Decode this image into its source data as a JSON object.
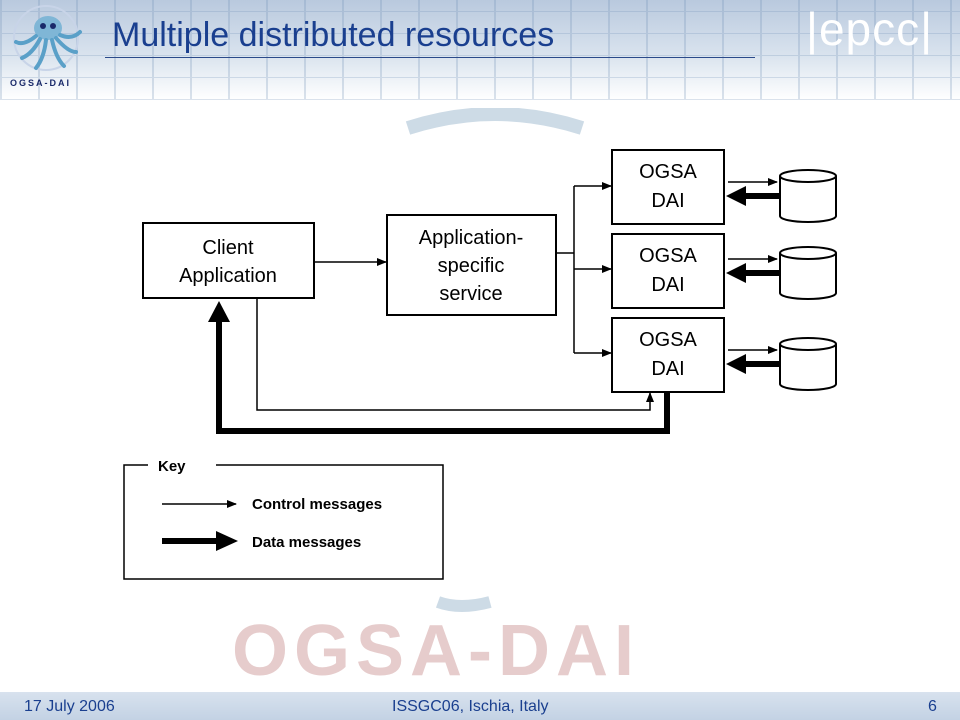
{
  "slide": {
    "title": "Multiple distributed resources",
    "logo_text": "OGSA-DAI",
    "brand_text": "|epcc|",
    "watermark_text": "OGSA-DAI",
    "footer": {
      "date": "17 July 2006",
      "event": "ISSGC06, Ischia, Italy",
      "page": "6"
    }
  },
  "diagram": {
    "client_lines": [
      "Client",
      "Application"
    ],
    "service_lines": [
      "Application-",
      "specific",
      "service"
    ],
    "ogsa_nodes": [
      {
        "lines": [
          "OGSA",
          "DAI"
        ]
      },
      {
        "lines": [
          "OGSA",
          "DAI"
        ]
      },
      {
        "lines": [
          "OGSA",
          "DAI"
        ]
      }
    ],
    "key": {
      "title": "Key",
      "control_label": "Control messages",
      "data_label": "Data messages"
    }
  }
}
